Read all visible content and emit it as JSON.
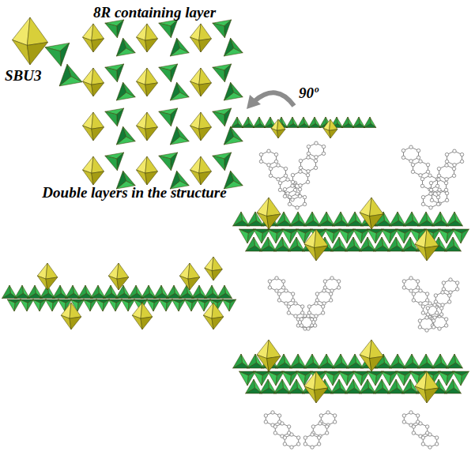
{
  "diagram": {
    "labels": [
      "8R containing layer",
      "SBU3",
      "90º",
      "Double layers in the structure"
    ]
  }
}
